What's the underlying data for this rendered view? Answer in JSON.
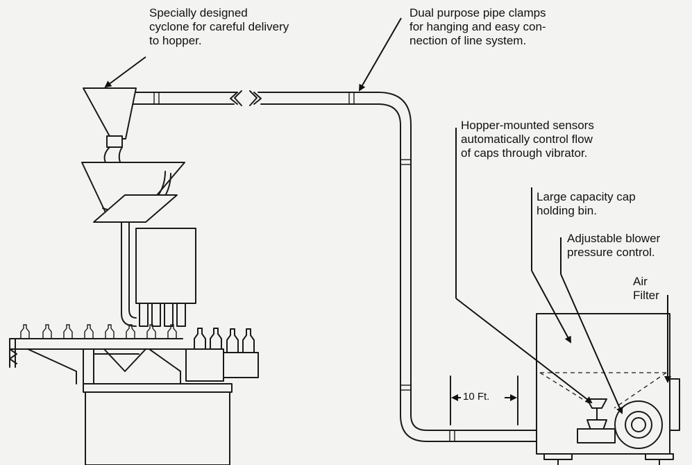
{
  "callouts": {
    "cyclone": "Specially designed\ncyclone for careful delivery\nto hopper.",
    "pipe_clamps": "Dual purpose pipe clamps\nfor hanging and easy con-\nnection of line system.",
    "sensors": "Hopper-mounted sensors\nautomatically control flow\nof caps through vibrator.",
    "holding_bin": "Large capacity cap\nholding bin.",
    "blower": "Adjustable blower\npressure control.",
    "air_filter": "Air\nFilter"
  },
  "dimension": {
    "label": "10 Ft."
  }
}
